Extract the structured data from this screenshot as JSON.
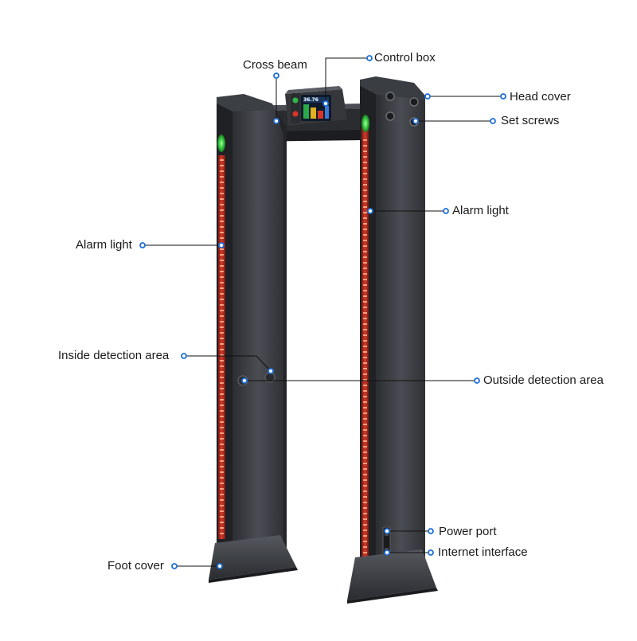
{
  "screen": {
    "reading": "36.76"
  },
  "labels": {
    "cross_beam": "Cross beam",
    "control_box": "Control box",
    "head_cover": "Head cover",
    "set_screws": "Set screws",
    "alarm_light_right": "Alarm light",
    "alarm_light_left": "Alarm light",
    "inside_detection_area": "Inside detection area",
    "outside_detection_area": "Outside detection area",
    "power_port": "Power port",
    "internet_interface": "Internet interface",
    "foot_cover": "Foot cover"
  },
  "colors": {
    "callout_line": "#111111",
    "callout_dot": "#1e6fd9",
    "panel": "#3a3d42",
    "alarm_red": "#d63a2a",
    "alarm_green": "#3fd14a"
  }
}
